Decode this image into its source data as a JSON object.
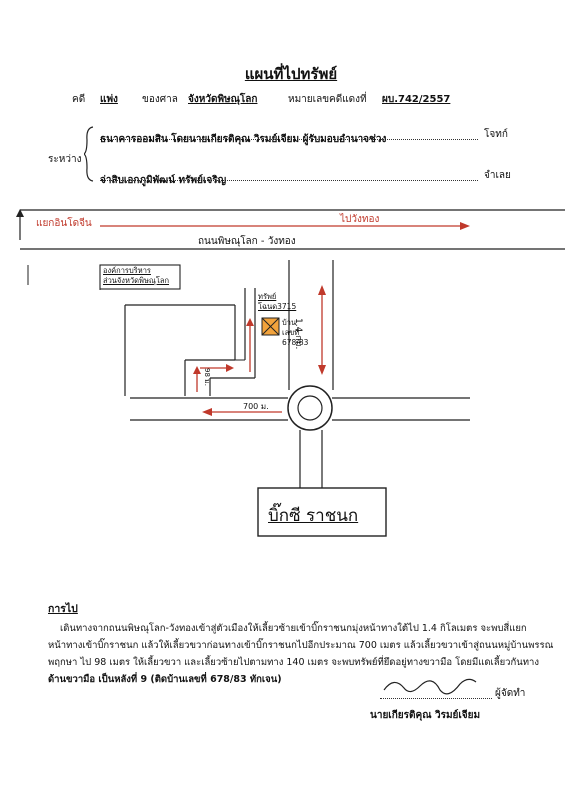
{
  "document": {
    "title": "แผนที่ไปทรัพย์",
    "case_label": "คดี",
    "case_type": "แพ่ง",
    "court_label": "ของศาล",
    "court": "จังหวัดพิษณุโลก",
    "black_no_label": "หมายเลขคดีแดงที่",
    "case_no": "ผบ.742/2557",
    "between_label": "ระหว่าง",
    "plaintiff": "ธนาคารออมสิน โดยนายเกียรติคุณ วิรมย์เจียม ผู้รับมอบอำนาจช่วง",
    "plaintiff_role": "โจทก์",
    "defendant": "จ่าสิบเอกภูมิพัฒน์ ทรัพย์เจริญ",
    "defendant_role": "จำเลย"
  },
  "map": {
    "junction_label": "แยกอินโดจีน",
    "direction_label": "ไปวังทอง",
    "main_road": "ถนนพิษณุโลก - วังทอง",
    "office_label_1": "องค์การบริหาร",
    "office_label_2": "ส่วนจังหวัดพิษณุโลก",
    "property_label_1": "ทรัพย์",
    "property_label_2": "โฉนด3715",
    "house_label_1": "บ้าน",
    "house_label_2": "เลขที่",
    "house_label_3": "678/83",
    "distance_km": "1.4 กม.",
    "distance_700": "700 ม.",
    "distance_98": "98 ม.",
    "destination": "บิ๊กซี ราชนก"
  },
  "directions": {
    "heading": "การไป",
    "line1": "เดินทางจากถนนพิษณุโลก-วังทองเข้าสู่ตัวเมืองให้เลี้ยวซ้ายเข้าบิ๊กราชนกมุ่งหน้าทางใต้ไป 1.4 กิโลเมตร จะพบสี่แยก",
    "line2": "หน้าทางเข้าบิ๊กราชนก แล้วให้เลี้ยวขวาก่อนทางเข้าบิ๊กราชนกไปอีกประมาณ 700 เมตร แล้วเลี้ยวขวาเข้าสู่ถนนหมู่บ้านพรรณ",
    "line3": "พฤกษา ไป 98 เมตร ให้เลี้ยวขวา และเลี้ยวซ้ายไปตามทาง 140 เมตร จะพบทรัพย์ที่ยึดอยู่ทางขวามือ โดยมีแดเลี้ยวกันทาง",
    "line4": "ด้านขวามือ เป็นหลังที่ 9 (ติดบ้านเลขที่ 678/83 ทักเจน)",
    "signer_role": "ผู้จัดทำ",
    "signer_name": "นายเกียรติคุณ วิรมย์เจียม"
  }
}
